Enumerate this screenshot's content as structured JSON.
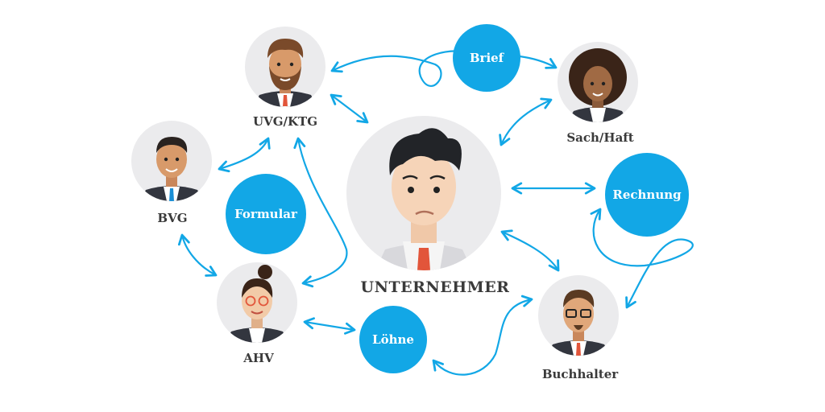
{
  "colors": {
    "accent": "#12a7e6",
    "avatar_bg": "#ebebed",
    "label": "#3a3a3a",
    "tie": "#e2553a"
  },
  "nodes": {
    "uvgktg": {
      "label": "UVG/KTG",
      "icon": "man-brown-beard-icon"
    },
    "sachhaft": {
      "label": "Sach/Haft",
      "icon": "woman-curly-hair-icon"
    },
    "bvg": {
      "label": "BVG",
      "icon": "man-short-hair-icon"
    },
    "unternehmer": {
      "label": "UNTERNEHMER",
      "icon": "worried-man-icon"
    },
    "ahv": {
      "label": "AHV",
      "icon": "woman-glasses-bun-icon"
    },
    "buchhalter": {
      "label": "Buchhalter",
      "icon": "man-glasses-goatee-icon"
    }
  },
  "bubbles": {
    "brief": "Brief",
    "formular": "Formular",
    "rechnung": "Rechnung",
    "loehne": "Löhne"
  }
}
